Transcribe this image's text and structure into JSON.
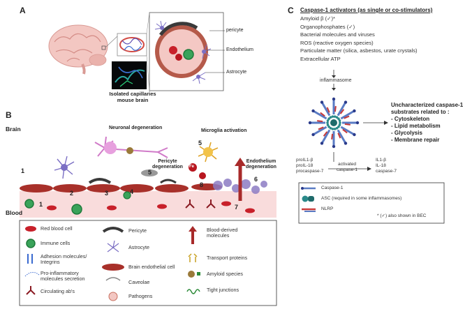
{
  "panel_a": {
    "label": "A",
    "callouts": [
      "pericyte",
      "Endothelium",
      "Astrocyte"
    ],
    "caption": [
      "Isolated capillaries",
      "mouse brain"
    ]
  },
  "panel_b": {
    "label": "B",
    "brain_label": "Brain",
    "blood_label": "Blood",
    "neuronal": "Neuronal degeneration",
    "microglia": "Microglia activation",
    "pericyte_deg": [
      "Pericyte",
      "degeneration"
    ],
    "endo_deg": [
      "Endothelium",
      "degeneration"
    ],
    "numbers": [
      "1",
      "1",
      "2",
      "3",
      "4",
      "5",
      "5",
      "6",
      "7",
      "8"
    ],
    "fe": "Fe",
    "legend": [
      {
        "icon": "red-blood-cell-icon",
        "label": "Red blood cell"
      },
      {
        "icon": "immune-cells-icon",
        "label": "Immune cells"
      },
      {
        "icon": "adhesion-molecules-icon",
        "label": "Adhesion molecules/\nIntegrins"
      },
      {
        "icon": "pro-inflammatory-icon",
        "label": "Pro-inflammatory\nmolecules secretion"
      },
      {
        "icon": "circulating-ab-icon",
        "label": "Circulating ab's"
      },
      {
        "icon": "pericyte-icon",
        "label": "Pericyte"
      },
      {
        "icon": "astrocyte-icon",
        "label": "Astrocyte"
      },
      {
        "icon": "brain-endothelial-cell-icon",
        "label": "Brain endothelial cell"
      },
      {
        "icon": "caveolae-icon",
        "label": "Caveolae"
      },
      {
        "icon": "pathogens-icon",
        "label": "Pathogens"
      },
      {
        "icon": "blood-derived-molecules-icon",
        "label": "Blood-derived\nmolecules"
      },
      {
        "icon": "transport-proteins-icon",
        "label": "Transport proteins"
      },
      {
        "icon": "amyloid-species-icon",
        "label": "Amyloid species"
      },
      {
        "icon": "tight-junctions-icon",
        "label": "Tight junctions"
      }
    ]
  },
  "panel_c": {
    "label": "C",
    "title": "Caspase-1 activators (as single or co-stimulators)",
    "activators": [
      "Amyloid β (✓)*",
      "Organophosphates (✓)",
      "Bacterial molecules and viruses",
      "ROS (reactive oxygen species)",
      "Particulate matter (silica, asbestos, urate crystals)",
      "Extracellular ATP"
    ],
    "inflammasome": "inflammasome",
    "substrates_title": [
      "Uncharacterized caspase-1",
      "substrates related to :"
    ],
    "substrates": [
      "- Cytoskeleton",
      "- Lipid metabolism",
      "- Glycolysis",
      "- Membrane repair"
    ],
    "pro_forms": [
      "proIL1-β",
      "proIL-18",
      "procaspase-7"
    ],
    "activated": [
      "activated",
      "caspase-1"
    ],
    "products": [
      "IL1-β",
      "IL-18",
      "caspase-7"
    ],
    "legend": [
      {
        "icon": "caspase-1-icon",
        "label": "Caspase-1"
      },
      {
        "icon": "asc-icon",
        "label": "ASC (required in some inflammasomes)"
      },
      {
        "icon": "nlrp-icon",
        "label": "NLRP"
      }
    ],
    "footnote": "* (✓) also shown in BEC"
  },
  "colors": {
    "rbc": "#c8202a",
    "endothelium": "#a8302a",
    "pericyte": "#3a3a3a",
    "astrocyte": "#7b6fc4",
    "immune": "#3aa35a",
    "blood_bg": "#f9dcdc"
  }
}
